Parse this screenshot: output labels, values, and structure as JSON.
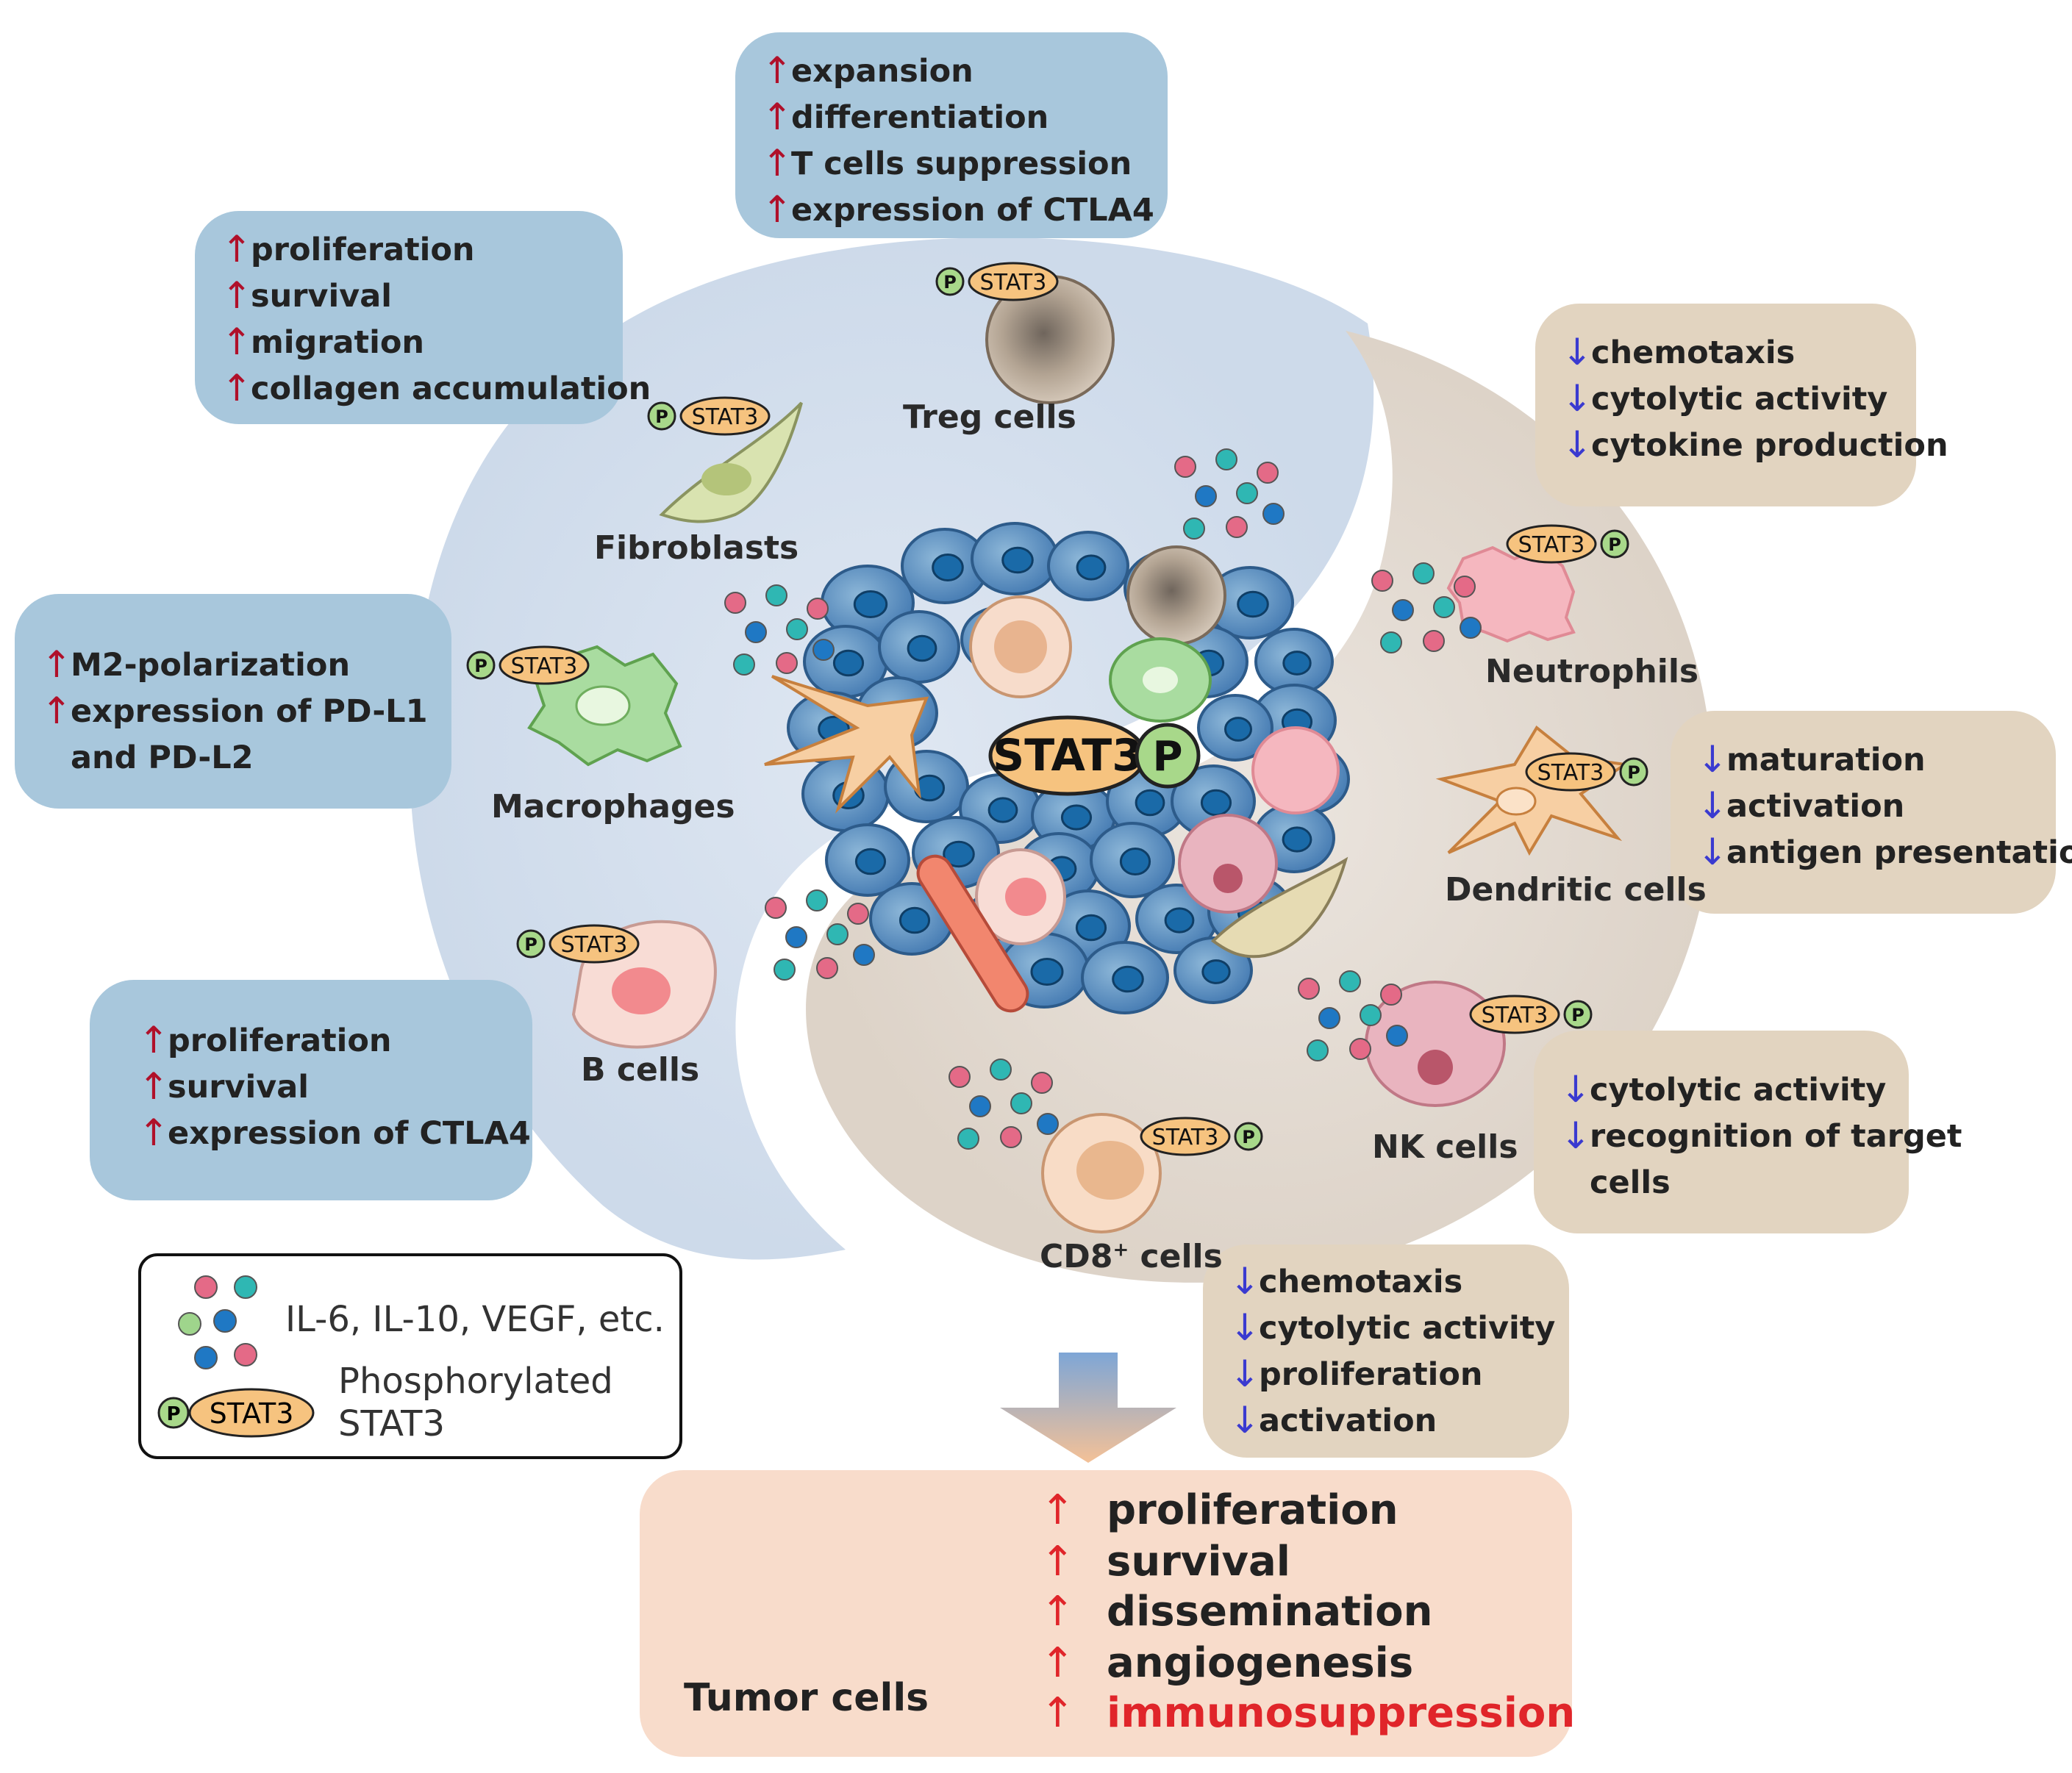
{
  "boxes": {
    "treg": [
      "expansion",
      "differentiation",
      "T cells suppression",
      "expression of CTLA4"
    ],
    "fibro": [
      "proliferation",
      "survival",
      "migration",
      "collagen accumulation"
    ],
    "macro": [
      "M2-polarization",
      "expression of PD-L1",
      "and PD-L2"
    ],
    "bcell": [
      "proliferation",
      "survival",
      "expression of CTLA4"
    ],
    "neutro": [
      "chemotaxis",
      "cytolytic activity",
      "cytokine production"
    ],
    "dendritic": [
      "maturation",
      "activation",
      "antigen presentation"
    ],
    "nk": [
      "cytolytic activity",
      "recognition of target",
      "cells"
    ],
    "cd8": [
      "chemotaxis",
      "cytolytic activity",
      "proliferation",
      "activation"
    ]
  },
  "arrows": {
    "up": "↑",
    "down": "↓"
  },
  "cells": {
    "treg": "Treg cells",
    "fibro": "Fibroblasts",
    "macro": "Macrophages",
    "bcell": "B cells",
    "neutro": "Neutrophils",
    "dendritic": "Dendritic cells",
    "nk": "NK cells",
    "cd8_main": "CD8",
    "cd8_sup": "+",
    "cd8_tail": " cells"
  },
  "stat3": {
    "label": "STAT3",
    "p": "P"
  },
  "legend": {
    "cytokines": "IL-6, IL-10, VEGF, etc.",
    "phospho_1": "Phosphorylated",
    "phospho_2": "STAT3"
  },
  "tumor": {
    "label": "Tumor cells",
    "effects": [
      "proliferation",
      "survival",
      "dissemination",
      "angiogenesis",
      "immunosuppression"
    ]
  },
  "colors": {
    "blue_box": "#a8c7dc",
    "tan_box": "#e2d4c0",
    "up_arrow": "#b0102a",
    "down_arrow": "#3a3ad0",
    "tumor_bg": "#f8dccb",
    "highlight": "#e0252a"
  }
}
